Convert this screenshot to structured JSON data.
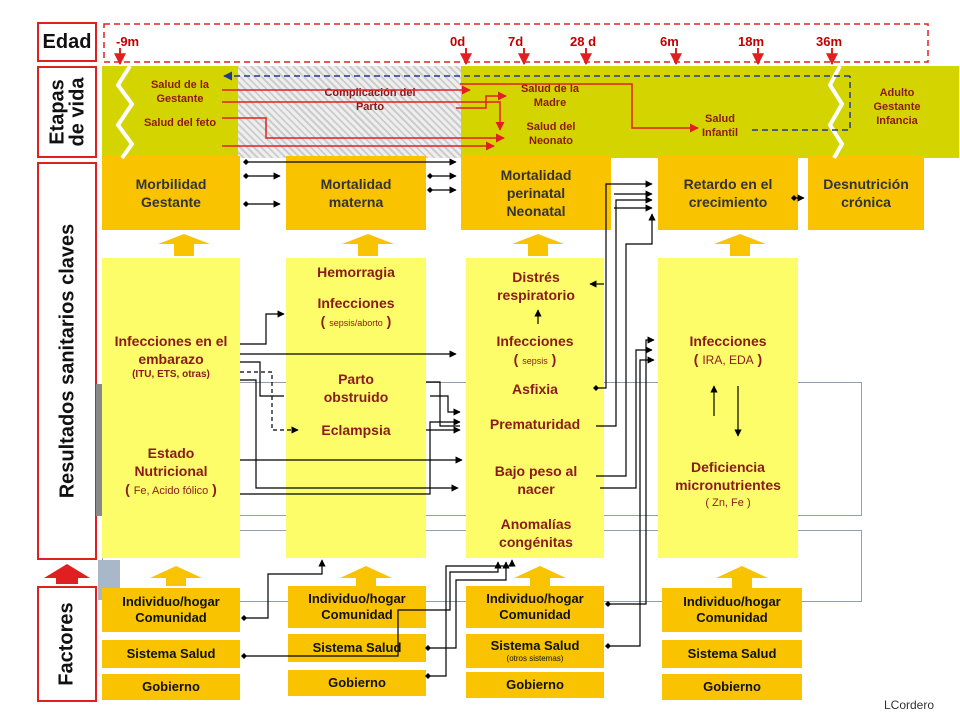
{
  "side_labels": {
    "edad": "Edad",
    "etapas_line1": "Etapas",
    "etapas_line2": "de vida",
    "resultados": "Resultados sanitarios claves",
    "factores": "Factores"
  },
  "ages": [
    "-9m",
    "0d",
    "7d",
    "28 d",
    "6m",
    "18m",
    "36m"
  ],
  "stages": {
    "salud_gestante": "Salud de la Gestante",
    "salud_feto": "Salud del feto",
    "complicacion": "Complicación del Parto",
    "salud_madre": "Salud de la Madre",
    "salud_neonato": "Salud del Neonato",
    "salud_infantil": "Salud Infantil",
    "adulto": "Adulto Gestante Infancia"
  },
  "outcomes": {
    "morbilidad": "Morbilidad Gestante",
    "mortalidad_materna": "Mortalidad materna",
    "mortalidad_perinatal": "Mortalidad perinatal Neonatal",
    "retardo": "Retardo en el crecimiento",
    "desnutricion": "Desnutrición crónica"
  },
  "col1": {
    "infecciones": "Infecciones en el embarazo",
    "infecciones_sub": "(ITU, ETS, otras)",
    "estado": "Estado Nutricional",
    "estado_sub": "Fe, Acido fólico"
  },
  "col2": {
    "hemorragia": "Hemorragia",
    "infecciones": "Infecciones",
    "infecciones_sub": "sepsis/aborto",
    "parto": "Parto obstruido",
    "eclampsia": "Eclampsia"
  },
  "col3": {
    "distres": "Distrés respiratorio",
    "infecciones": "Infecciones",
    "infecciones_sub": "sepsis",
    "asfixia": "Asfixia",
    "prematuridad": "Prematuridad",
    "bajo_peso": "Bajo peso al nacer",
    "anomalias": "Anomalías congénitas"
  },
  "col4": {
    "infecciones": "Infecciones",
    "infecciones_sub": "IRA, EDA",
    "deficiencia": "Deficiencia micronutrientes",
    "deficiencia_sub": "Zn, Fe"
  },
  "factors": {
    "individuo": "Individuo/hogar Comunidad",
    "sistema": "Sistema Salud",
    "sistema_sub": "(otros sistemas)",
    "gobierno": "Gobierno"
  },
  "author": "LCordero",
  "colors": {
    "yellow": "#fdfd6a",
    "orange": "#f9c300",
    "green": "#d4d400",
    "red": "#e02020",
    "darkred": "#8b1a1a"
  }
}
